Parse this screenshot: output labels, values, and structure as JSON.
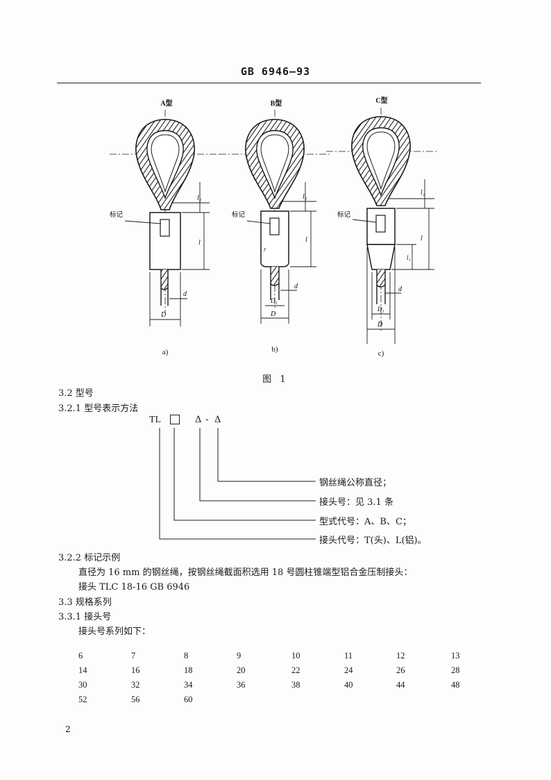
{
  "header": {
    "title": "GB 6946—93"
  },
  "figure": {
    "caption": "图 1",
    "panels": [
      {
        "type_label": "A型",
        "sub_label": "a)"
      },
      {
        "type_label": "B型",
        "sub_label": "b)"
      },
      {
        "type_label": "C型",
        "sub_label": "c)"
      }
    ],
    "mark_label": "标记",
    "dim_labels": {
      "l": "l",
      "l1": "l₁",
      "l2": "l₂",
      "d": "d",
      "D": "D",
      "D1": "D₁",
      "r": "r"
    }
  },
  "sections": {
    "s3_2": "3.2  型号",
    "s3_2_1": "3.2.1  型号表示方法",
    "s3_2_2": "3.2.2  标记示例",
    "s3_2_2_body1": "直径为 16 mm 的钢丝绳，按钢丝绳截面积选用 18 号圆柱锥端型铝合金压制接头：",
    "s3_2_2_body2": "接头   TLC 18-16   GB 6946",
    "s3_3": "3.3  规格系列",
    "s3_3_1": "3.3.1  接头号",
    "s3_3_1_body": "接头号系列如下："
  },
  "designation": {
    "prefix": "TL",
    "sep1": "Δ",
    "dash": "-",
    "sep2": "Δ",
    "legend": [
      "钢丝绳公称直径；",
      "接头号：见 3.1 条",
      "型式代号：A、B、C；",
      "接头代号：T(头)、L(铝)。"
    ]
  },
  "joint_numbers": [
    [
      "6",
      "7",
      "8",
      "9",
      "10",
      "11",
      "12",
      "13"
    ],
    [
      "14",
      "16",
      "18",
      "20",
      "22",
      "24",
      "26",
      "28"
    ],
    [
      "30",
      "32",
      "34",
      "36",
      "38",
      "40",
      "44",
      "48"
    ],
    [
      "52",
      "56",
      "60"
    ]
  ],
  "page_number": "2"
}
